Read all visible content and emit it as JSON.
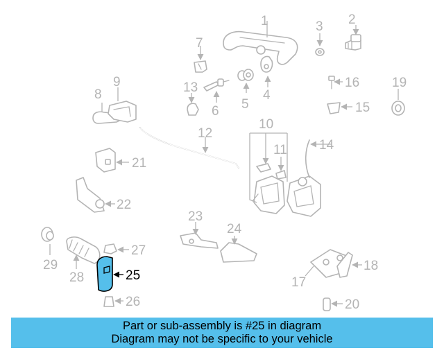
{
  "highlight_color": "#55bfeb",
  "highlighted_part": "25",
  "callouts": [
    "1",
    "2",
    "3",
    "4",
    "5",
    "6",
    "7",
    "8",
    "9",
    "10",
    "11",
    "12",
    "13",
    "14",
    "15",
    "16",
    "17",
    "18",
    "19",
    "20",
    "21",
    "22",
    "23",
    "24",
    "25",
    "26",
    "27",
    "28",
    "29"
  ],
  "banner": {
    "line1": "Part or sub-assembly is #25 in diagram",
    "line2": "Diagram may not be specific to your vehicle"
  }
}
